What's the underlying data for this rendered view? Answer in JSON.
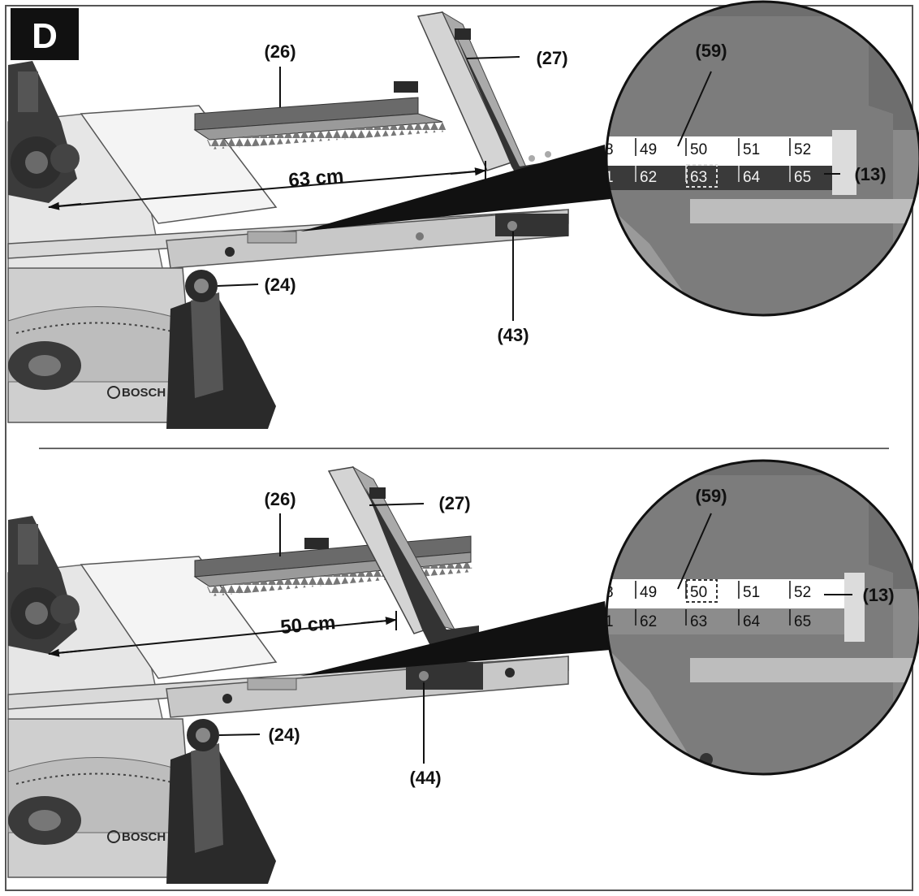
{
  "figure_label": "D",
  "brand": "BOSCH",
  "panels": [
    {
      "distance_label": "63 cm",
      "callouts": [
        "(26)",
        "(27)",
        "(24)",
        "(43)",
        "(59)",
        "(13)"
      ],
      "scale_top": [
        "8",
        "49",
        "50",
        "51",
        "52"
      ],
      "scale_bottom": [
        "1",
        "62",
        "63",
        "64",
        "65"
      ]
    },
    {
      "distance_label": "50 cm",
      "callouts": [
        "(26)",
        "(27)",
        "(24)",
        "(44)",
        "(59)",
        "(13)"
      ],
      "scale_top": [
        "8",
        "49",
        "50",
        "51",
        "52"
      ],
      "scale_bottom": [
        "1",
        "62",
        "63",
        "64",
        "65"
      ]
    }
  ]
}
